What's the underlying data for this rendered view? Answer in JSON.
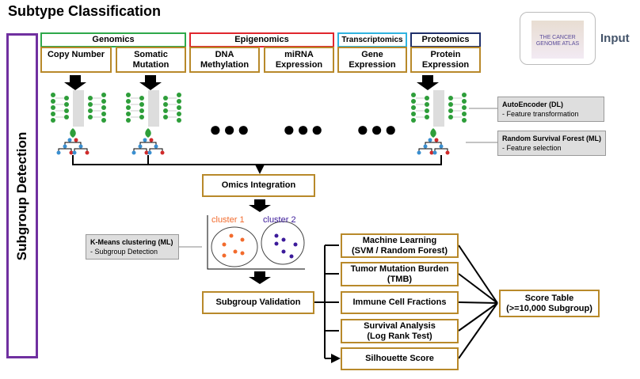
{
  "title": "Subtype Classification",
  "side_label": "Subgroup Detection",
  "input_label": "Input",
  "logo_text": "THE CANCER GENOME ATLAS",
  "categories": [
    {
      "label": "Genomics",
      "color": "#2ea84a"
    },
    {
      "label": "Epigenomics",
      "color": "#e0262d"
    },
    {
      "label": "Transcriptomics",
      "color": "#2fb3e0"
    },
    {
      "label": "Proteomics",
      "color": "#1f2f6b"
    }
  ],
  "omics": [
    "Copy Number",
    "Somatic Mutation",
    "DNA Methylation",
    "miRNA Expression",
    "Gene Expression",
    "Protein Expression"
  ],
  "ellipsis": "●●●",
  "annotations": {
    "autoencoder": {
      "title": "AutoEncoder (DL)",
      "desc": "- Feature transformation"
    },
    "rsf": {
      "title": "Random Survival Forest (ML)",
      "desc": "- Feature selection"
    },
    "kmeans": {
      "title": "K-Means clustering (ML)",
      "desc": "- Subgroup Detection"
    }
  },
  "integration": "Omics Integration",
  "clusters": [
    {
      "label": "cluster 1",
      "color": "#f26b2d"
    },
    {
      "label": "cluster 2",
      "color": "#3b1a9a"
    }
  ],
  "validation": "Subgroup Validation",
  "methods": [
    {
      "line1": "Machine Learning",
      "line2": "(SVM / Random Forest)"
    },
    {
      "line1": "Tumor Mutation Burden",
      "line2": "(TMB)"
    },
    {
      "line1": "Immune Cell Fractions",
      "line2": ""
    },
    {
      "line1": "Survival Analysis",
      "line2": "(Log Rank Test)"
    },
    {
      "line1": "Silhouette Score",
      "line2": ""
    }
  ],
  "score": {
    "line1": "Score Table",
    "line2": "(>=10,000 Subgroup)"
  },
  "colors": {
    "purple": "#7030a0",
    "gold": "#b8892a"
  }
}
